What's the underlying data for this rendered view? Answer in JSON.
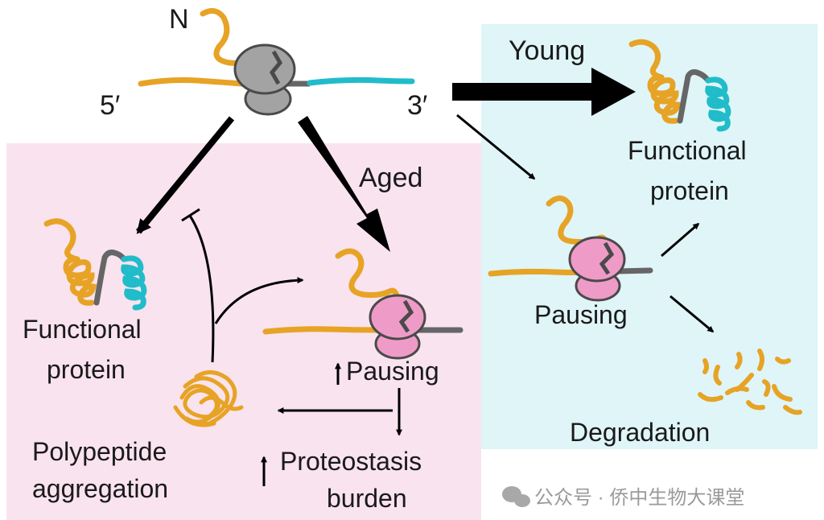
{
  "colors": {
    "aged_region": "#f9e3ee",
    "young_region": "#dff5f8",
    "strand_orange": "#e7a325",
    "strand_cyan": "#21bcc9",
    "ribosome_gray": "#a3a3a3",
    "ribosome_pink": "#ef9bc7",
    "arrow": "#000000"
  },
  "labels": {
    "n_terminus": "N",
    "five_prime": "5′",
    "three_prime": "3′",
    "young": "Young",
    "aged": "Aged",
    "young_functional_line1": "Functional",
    "young_functional_line2": "protein",
    "pausing_young": "Pausing",
    "degradation": "Degradation",
    "aged_functional_line1": "Functional",
    "aged_functional_line2": "protein",
    "pausing_aged": "Pausing",
    "aggregation_line1": "Polypeptide",
    "aggregation_line2": "aggregation",
    "burden_line1": "Proteostasis",
    "burden_line2": "burden"
  },
  "icons": {
    "ribosome_gray": "ribosome-icon",
    "ribosome_pink": "paused-ribosome-icon",
    "helix": "folded-protein-icon",
    "aggregate": "protein-aggregate-icon",
    "fragments": "degraded-fragments-icon",
    "inhibition": "inhibition-arrow-icon",
    "wechat": "wechat-icon"
  },
  "watermark": "公众号 · 侨中生物大课堂"
}
